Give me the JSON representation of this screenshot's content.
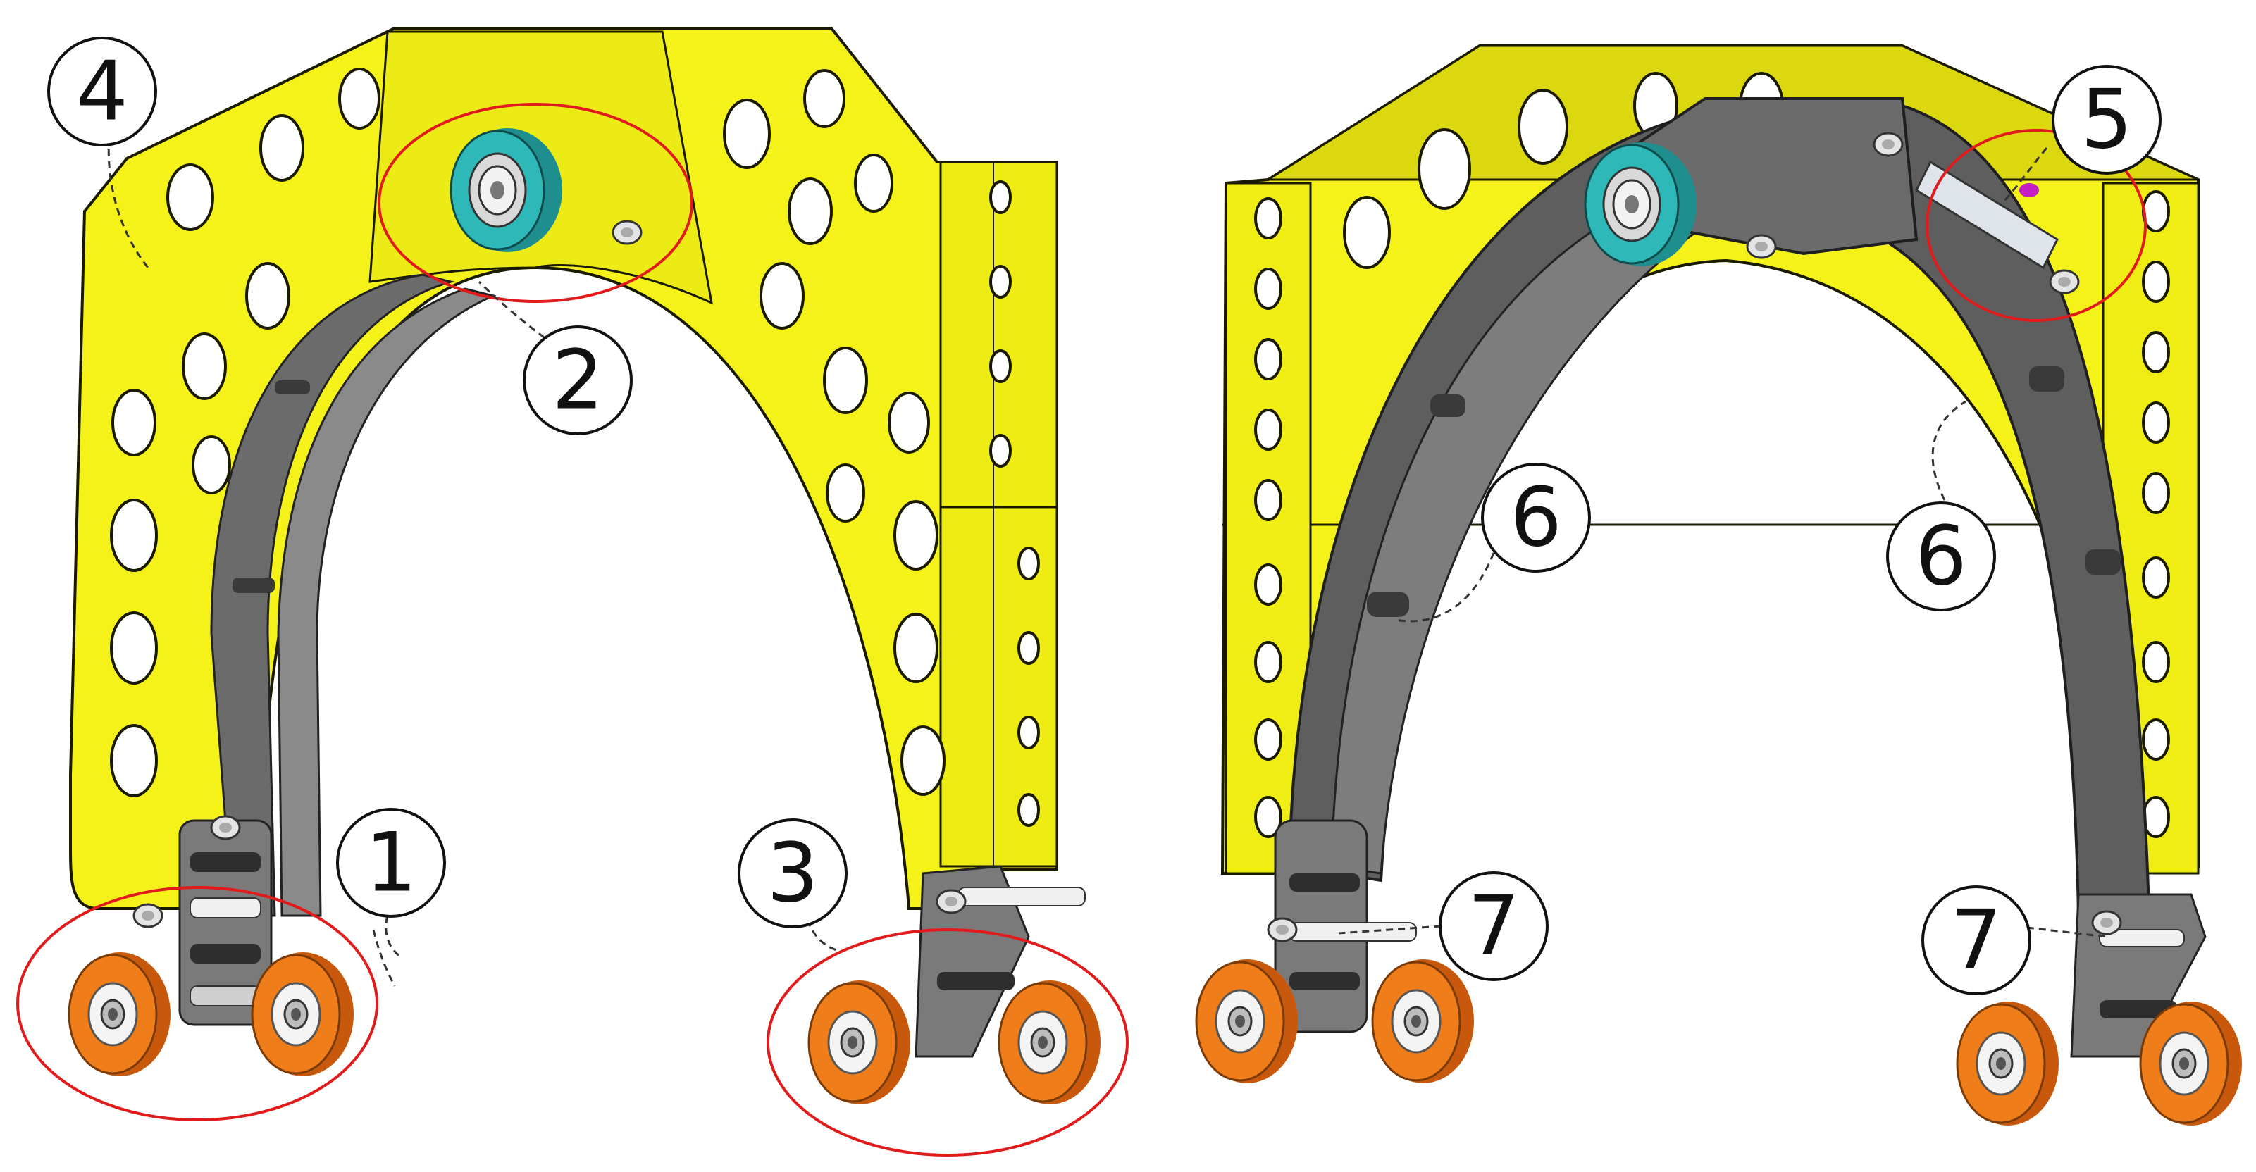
{
  "callouts": [
    {
      "id": "1",
      "label": "1"
    },
    {
      "id": "2",
      "label": "2"
    },
    {
      "id": "3",
      "label": "3"
    },
    {
      "id": "4",
      "label": "4"
    },
    {
      "id": "5",
      "label": "5"
    },
    {
      "id": "6a",
      "label": "6"
    },
    {
      "id": "6b",
      "label": "6"
    },
    {
      "id": "7a",
      "label": "7"
    },
    {
      "id": "7b",
      "label": "7"
    }
  ],
  "colors": {
    "frame_yellow": "#f5f21a",
    "frame_edge": "#1a1a00",
    "arc_gray": "#6b6b6b",
    "arc_dark": "#3a3a3a",
    "wheel_orange": "#ef7d1a",
    "wheel_hub": "#f4f4f4",
    "bearing_cyan": "#2fb8b8",
    "highlight_red": "#e11b1b"
  }
}
